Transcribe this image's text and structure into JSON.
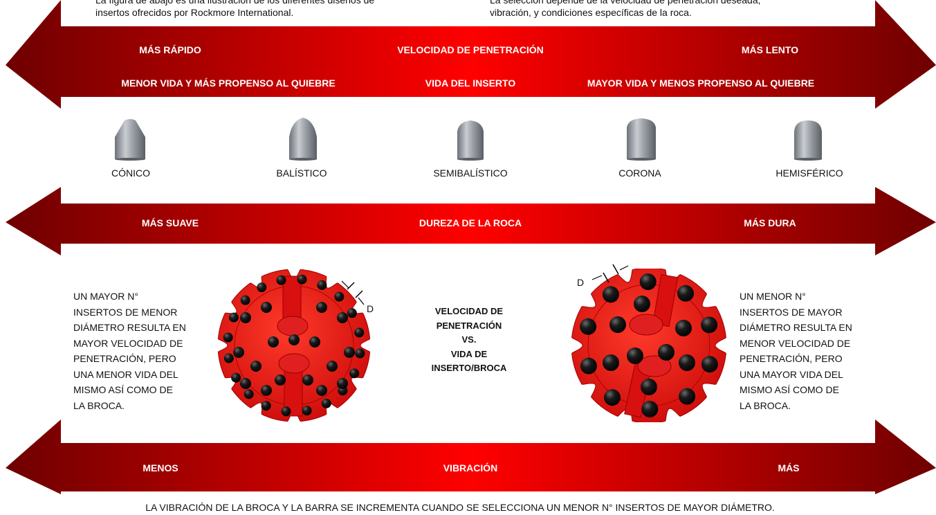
{
  "top_notes": {
    "left_line1": "La figura de abajo es una ilustración de los diferentes diseños de",
    "left_line2": "insertos ofrecidos por Rockmore International.",
    "right_line1": "La selección depende de la velocidad de penetración deseada,",
    "right_line2": "vibración, y condiciones específicas de la roca."
  },
  "arrow1": {
    "left": "MÁS RÁPIDO",
    "center": "VELOCIDAD DE PENETRACIÓN",
    "right": "MÁS LENTO",
    "left2": "MENOR VIDA Y MÁS PROPENSO AL QUIEBRE",
    "center2": "VIDA DEL INSERTO",
    "right2": "MAYOR VIDA Y MENOS PROPENSO AL QUIEBRE"
  },
  "inserts": [
    {
      "label": "CÓNICO",
      "shape": "conical"
    },
    {
      "label": "BALÍSTICO",
      "shape": "ballistic"
    },
    {
      "label": "SEMIBALÍSTICO",
      "shape": "semiballistic"
    },
    {
      "label": "CORONA",
      "shape": "crown"
    },
    {
      "label": "HEMISFÉRICO",
      "shape": "hemispherical"
    }
  ],
  "arrow2": {
    "left": "MÁS SUAVE",
    "center": "DUREZA DE LA ROCA",
    "right": "MÁS DURA"
  },
  "bits": {
    "left_text": [
      "UN MAYOR N°",
      "INSERTOS DE MENOR",
      "DIÁMETRO RESULTA EN",
      "MAYOR VELOCIDAD DE",
      "PENETRACIÓN, PERO",
      "UNA MENOR VIDA DEL",
      "MISMO ASÍ COMO DE",
      "LA BROCA."
    ],
    "center_text": [
      "VELOCIDAD DE",
      "PENETRACIÓN",
      "VS.",
      "VIDA DE",
      "INSERTO/BROCA"
    ],
    "right_text": [
      "UN MENOR N°",
      "INSERTOS DE MAYOR",
      "DIÁMETRO RESULTA EN",
      "MENOR VELOCIDAD DE",
      "PENETRACIÓN, PERO",
      "UNA MAYOR VIDA DEL",
      "MISMO ASÍ COMO DE",
      "LA BROCA."
    ],
    "d_label": "D"
  },
  "arrow3": {
    "left": "MENOS",
    "center": "VIBRACIÓN",
    "right": "MÁS"
  },
  "bottom_note": "LA VIBRACIÓN DE LA BROCA Y LA BARRA SE INCREMENTA CUANDO SE SELECCIONA UN MENOR N° INSERTOS DE MAYOR DIÁMETRO.",
  "colors": {
    "band_edge": "#7a0000",
    "band_center": "#ff0000",
    "bit_red": "#e81414",
    "button": "#111111"
  }
}
